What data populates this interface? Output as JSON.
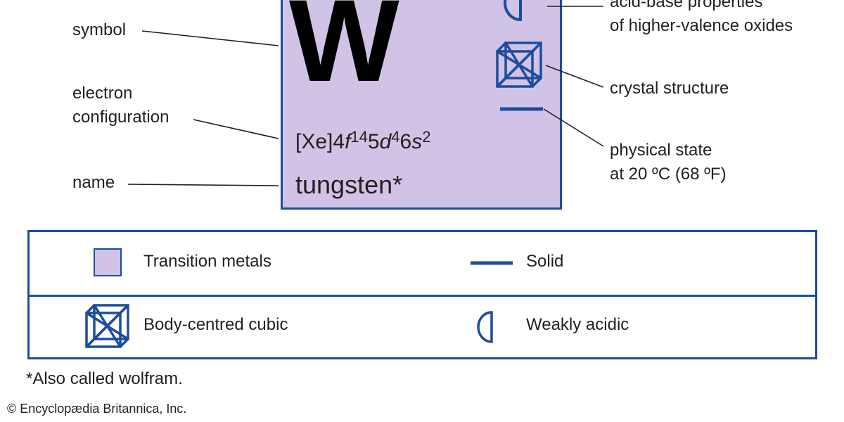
{
  "element": {
    "symbol": "W",
    "configuration": {
      "core": "[Xe]",
      "parts": [
        "4",
        "f",
        "14",
        "5",
        "d",
        "4",
        "6",
        "s",
        "2"
      ]
    },
    "name": "tungsten*"
  },
  "callouts": {
    "symbol": "symbol",
    "electron_configuration": [
      "electron",
      "configuration"
    ],
    "name": "name",
    "acid_base": [
      "acid-base properties",
      "of higher-valence oxides"
    ],
    "crystal_structure": "crystal structure",
    "physical_state": [
      "physical state",
      "at 20 ºC (68 ºF)"
    ]
  },
  "legend": {
    "items": [
      {
        "icon": "transition-metals-swatch",
        "label": "Transition metals"
      },
      {
        "icon": "solid-line-icon",
        "label": "Solid"
      },
      {
        "icon": "body-centred-cubic-icon",
        "label": "Body-centred cubic"
      },
      {
        "icon": "weakly-acidic-half-circle-icon",
        "label": "Weakly acidic"
      }
    ]
  },
  "footnote": "*Also called wolfram.",
  "copyright": "© Encyclopædia Britannica, Inc.",
  "colors": {
    "accent_blue": "#1c4d9d",
    "transition_metal_fill": "#d1c3e6",
    "text": "#231f20"
  }
}
